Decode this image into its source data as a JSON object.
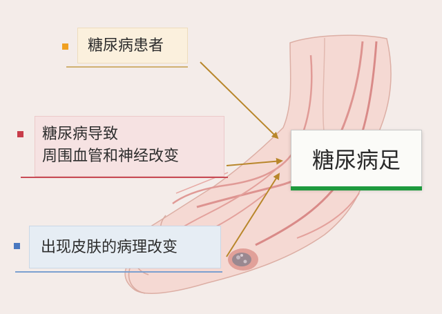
{
  "labels": [
    {
      "text": "糖尿病患者",
      "bullet_color": "#f0a020",
      "line_color": "#d0b070"
    },
    {
      "line1": "糖尿病导致",
      "line2": "周围血管和神经改变",
      "bullet_color": "#c83c4a",
      "line_color": "#c84a55"
    },
    {
      "text": "出现皮肤的病理改变",
      "bullet_color": "#4a78c0",
      "line_color": "#7a9fd0"
    }
  ],
  "result": {
    "text": "糖尿病足",
    "bar_color": "#1e9a3e"
  },
  "arrow_color": "#b8862a"
}
